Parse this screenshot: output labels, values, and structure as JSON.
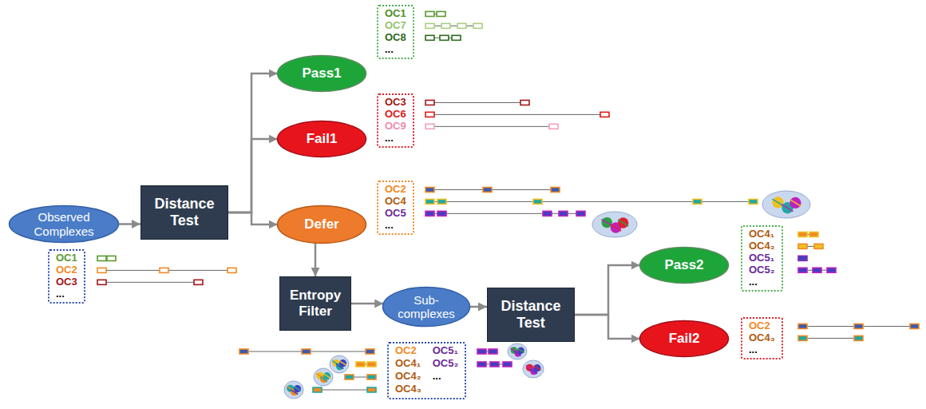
{
  "diagram": {
    "nodes": [
      {
        "text": [
          "Observed Complexes"
        ]
      },
      {
        "text": [
          "OC1",
          "OC2",
          "OC3",
          "..."
        ]
      },
      {
        "text": [
          "Distance Test"
        ]
      },
      {
        "text": [
          "Pass1"
        ]
      },
      {
        "text": [
          "OC1",
          "OC7",
          "OC8",
          "..."
        ]
      },
      {
        "text": [
          "Fail1"
        ]
      },
      {
        "text": [
          "OC3",
          "OC6",
          "OC9",
          "..."
        ]
      },
      {
        "text": [
          "Defer"
        ]
      },
      {
        "text": [
          "OC2",
          "OC4",
          "OC5",
          "..."
        ]
      },
      {
        "text": [
          "Entropy Filter"
        ]
      },
      {
        "text": [
          "Sub-complexes"
        ]
      },
      {
        "text": [
          "OC2",
          "OC4₁",
          "OC4₂",
          "OC4₃",
          "OC5₁",
          "OC5₂",
          "..."
        ]
      },
      {
        "text": [
          "Distance Test"
        ]
      },
      {
        "text": [
          "Pass2"
        ]
      },
      {
        "text": [
          "OC4₁",
          "OC4₂",
          "OC5₁",
          "OC5₂",
          "..."
        ]
      },
      {
        "text": [
          "Fail2"
        ]
      },
      {
        "text": [
          "OC2",
          "OC4₃",
          "..."
        ]
      }
    ],
    "edges": [
      {
        "from": 0,
        "to": 2,
        "arrow": "to"
      },
      {
        "from": 2,
        "to": 3,
        "arrow": "to"
      },
      {
        "from": 2,
        "to": 5,
        "arrow": "to"
      },
      {
        "from": 2,
        "to": 7,
        "arrow": "to"
      },
      {
        "from": 7,
        "to": 9,
        "arrow": "to"
      },
      {
        "from": 9,
        "to": 10,
        "arrow": "to"
      },
      {
        "from": 10,
        "to": 12,
        "arrow": "to"
      },
      {
        "from": 12,
        "to": 13,
        "arrow": "to"
      },
      {
        "from": 12,
        "to": 15,
        "arrow": "to"
      }
    ]
  }
}
